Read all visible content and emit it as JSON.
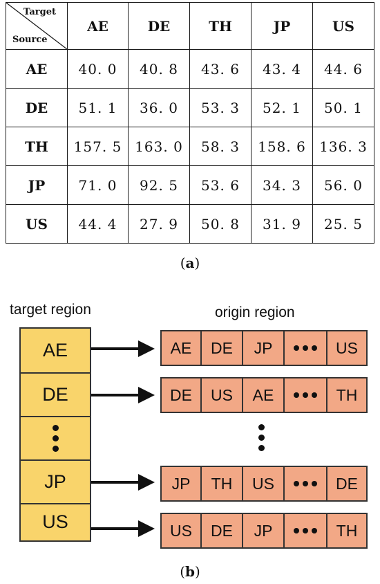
{
  "matrix": {
    "corner": {
      "target": "Target",
      "source": "Source"
    },
    "columns": [
      "AE",
      "DE",
      "TH",
      "JP",
      "US"
    ],
    "rows": [
      {
        "label": "AE",
        "values": [
          "40. 0",
          "40. 8",
          "43. 6",
          "43. 4",
          "44. 6"
        ]
      },
      {
        "label": "DE",
        "values": [
          "51. 1",
          "36. 0",
          "53. 3",
          "52. 1",
          "50. 1"
        ]
      },
      {
        "label": "TH",
        "values": [
          "157. 5",
          "163. 0",
          "58. 3",
          "158. 6",
          "136. 3"
        ]
      },
      {
        "label": "JP",
        "values": [
          "71. 0",
          "92. 5",
          "53. 6",
          "34. 3",
          "56. 0"
        ]
      },
      {
        "label": "US",
        "values": [
          "44. 4",
          "27. 9",
          "50. 8",
          "31. 9",
          "25. 5"
        ]
      }
    ],
    "caption": {
      "open": "(",
      "letter": "a",
      "close": ")"
    }
  },
  "diagram": {
    "target_label": "target region",
    "origin_label": "origin region",
    "targets": [
      "AE",
      "DE",
      "JP",
      "US"
    ],
    "origin_rows": [
      [
        "AE",
        "DE",
        "JP",
        "US"
      ],
      [
        "DE",
        "US",
        "AE",
        "TH"
      ],
      [
        "JP",
        "TH",
        "US",
        "DE"
      ],
      [
        "US",
        "DE",
        "JP",
        "TH"
      ]
    ],
    "caption": {
      "open": "(",
      "letter": "b",
      "close": ")"
    }
  }
}
